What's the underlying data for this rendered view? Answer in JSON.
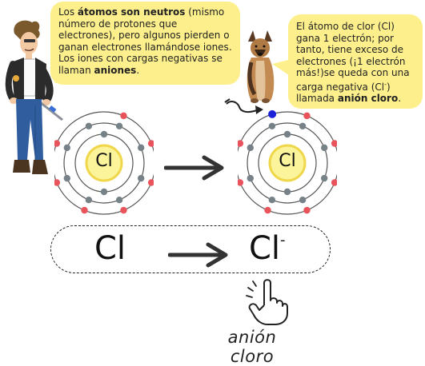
{
  "speech_left": {
    "parts": [
      {
        "t": "Los ",
        "b": false
      },
      {
        "t": "átomos son neutros",
        "b": true
      },
      {
        "t": " (mismo número de protones que electrones), pero algunos pierden o ganan electrones llamándose iones. Los iones con cargas negativas se llaman ",
        "b": false
      },
      {
        "t": "aniones",
        "b": true
      },
      {
        "t": ".",
        "b": false
      }
    ]
  },
  "speech_right": {
    "parts": [
      {
        "t": "El átomo de clor (Cl) gana 1 electrón; por tanto, tiene exceso de electrones (¡1 electrón más!)se queda con una carga negativa (Cl",
        "b": false
      },
      {
        "t": "-",
        "b": false,
        "sup": true
      },
      {
        "t": ") llamada ",
        "b": false
      },
      {
        "t": "anión cloro",
        "b": true
      },
      {
        "t": ".",
        "b": false
      }
    ]
  },
  "atom_left": {
    "symbol": "Cl",
    "shells": [
      2,
      8,
      7
    ],
    "extra_electron": false
  },
  "atom_right": {
    "symbol": "Cl",
    "shells": [
      2,
      8,
      7
    ],
    "extra_electron": true
  },
  "equation": {
    "left": "Cl",
    "right": "Cl",
    "right_sup": "-"
  },
  "caption": "anión cloro",
  "colors": {
    "bubble": "#fdf08c",
    "nucleus": "#fbf49b",
    "nucleus_ring": "#f0d64a",
    "inner_electron": "#778288",
    "outer_electron": "#e8535c",
    "added_electron": "#1b22d8"
  },
  "icons": [
    "scientist-character",
    "dog-character",
    "hand-pointing-up-icon",
    "curved-arrow-icon",
    "arrow-right-icon"
  ]
}
